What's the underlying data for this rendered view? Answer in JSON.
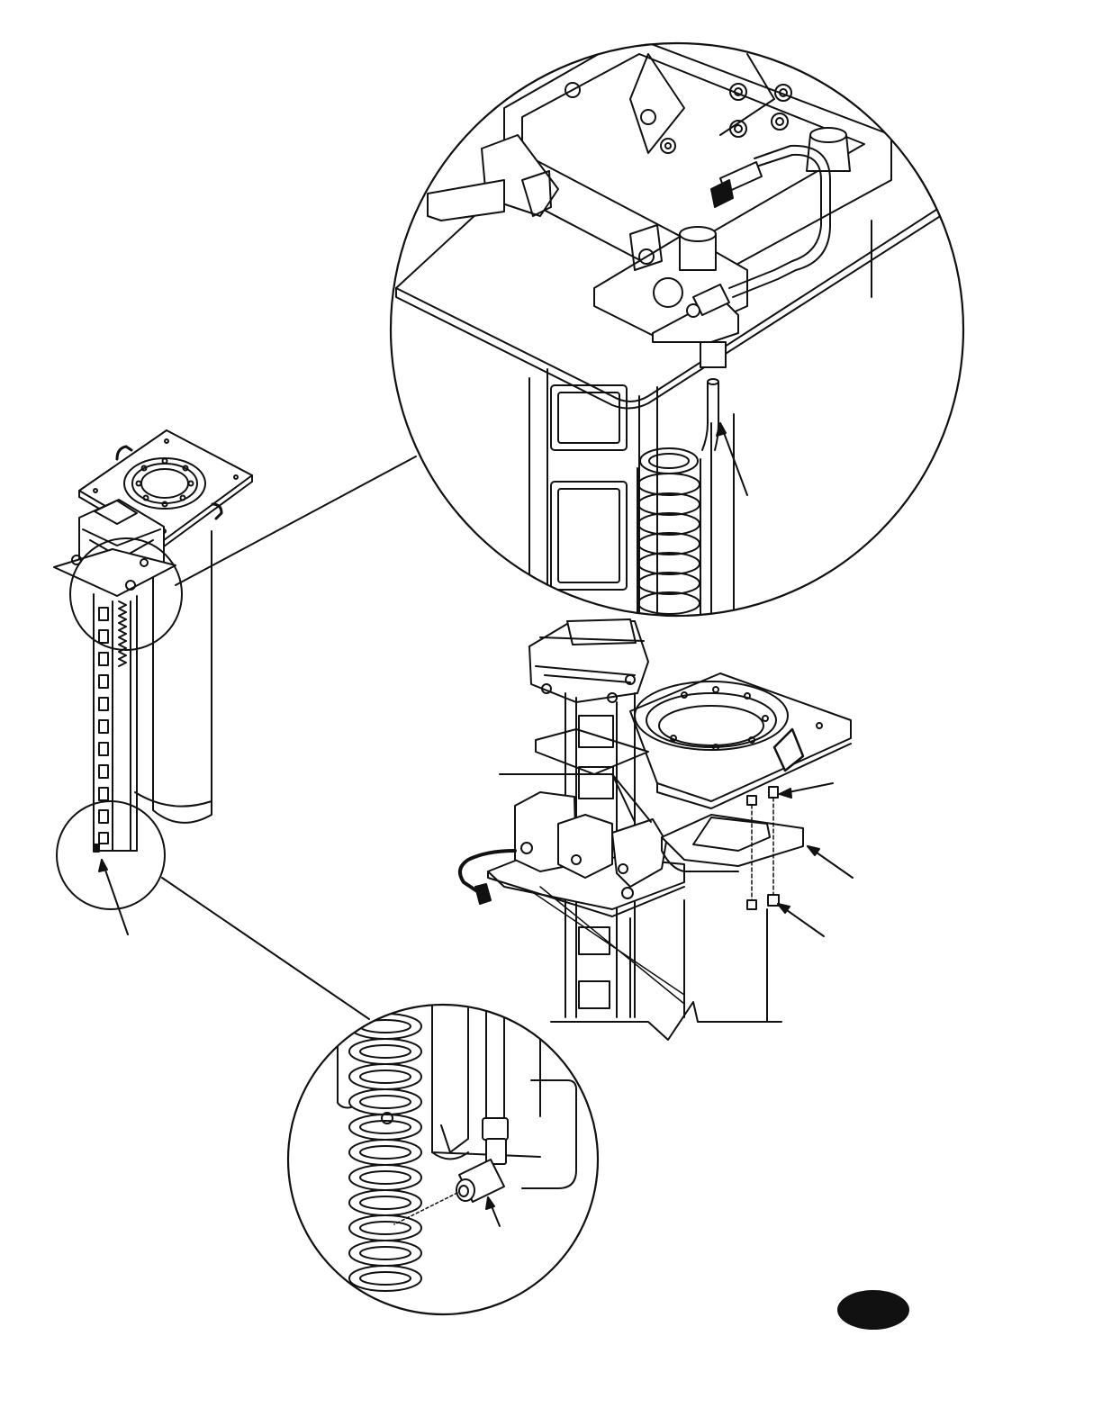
{
  "page": {
    "number": "",
    "line_color": "#111111",
    "background": "#ffffff"
  },
  "views": {
    "detail_top": {
      "shows": "air-fitting-and-coiled-hose"
    },
    "detail_bottom": {
      "shows": "elbow-fitting-and-coil"
    },
    "overview": {
      "shows": "column-with-top-plate"
    },
    "assembly": {
      "shows": "column-head-with-cover-plate"
    }
  }
}
